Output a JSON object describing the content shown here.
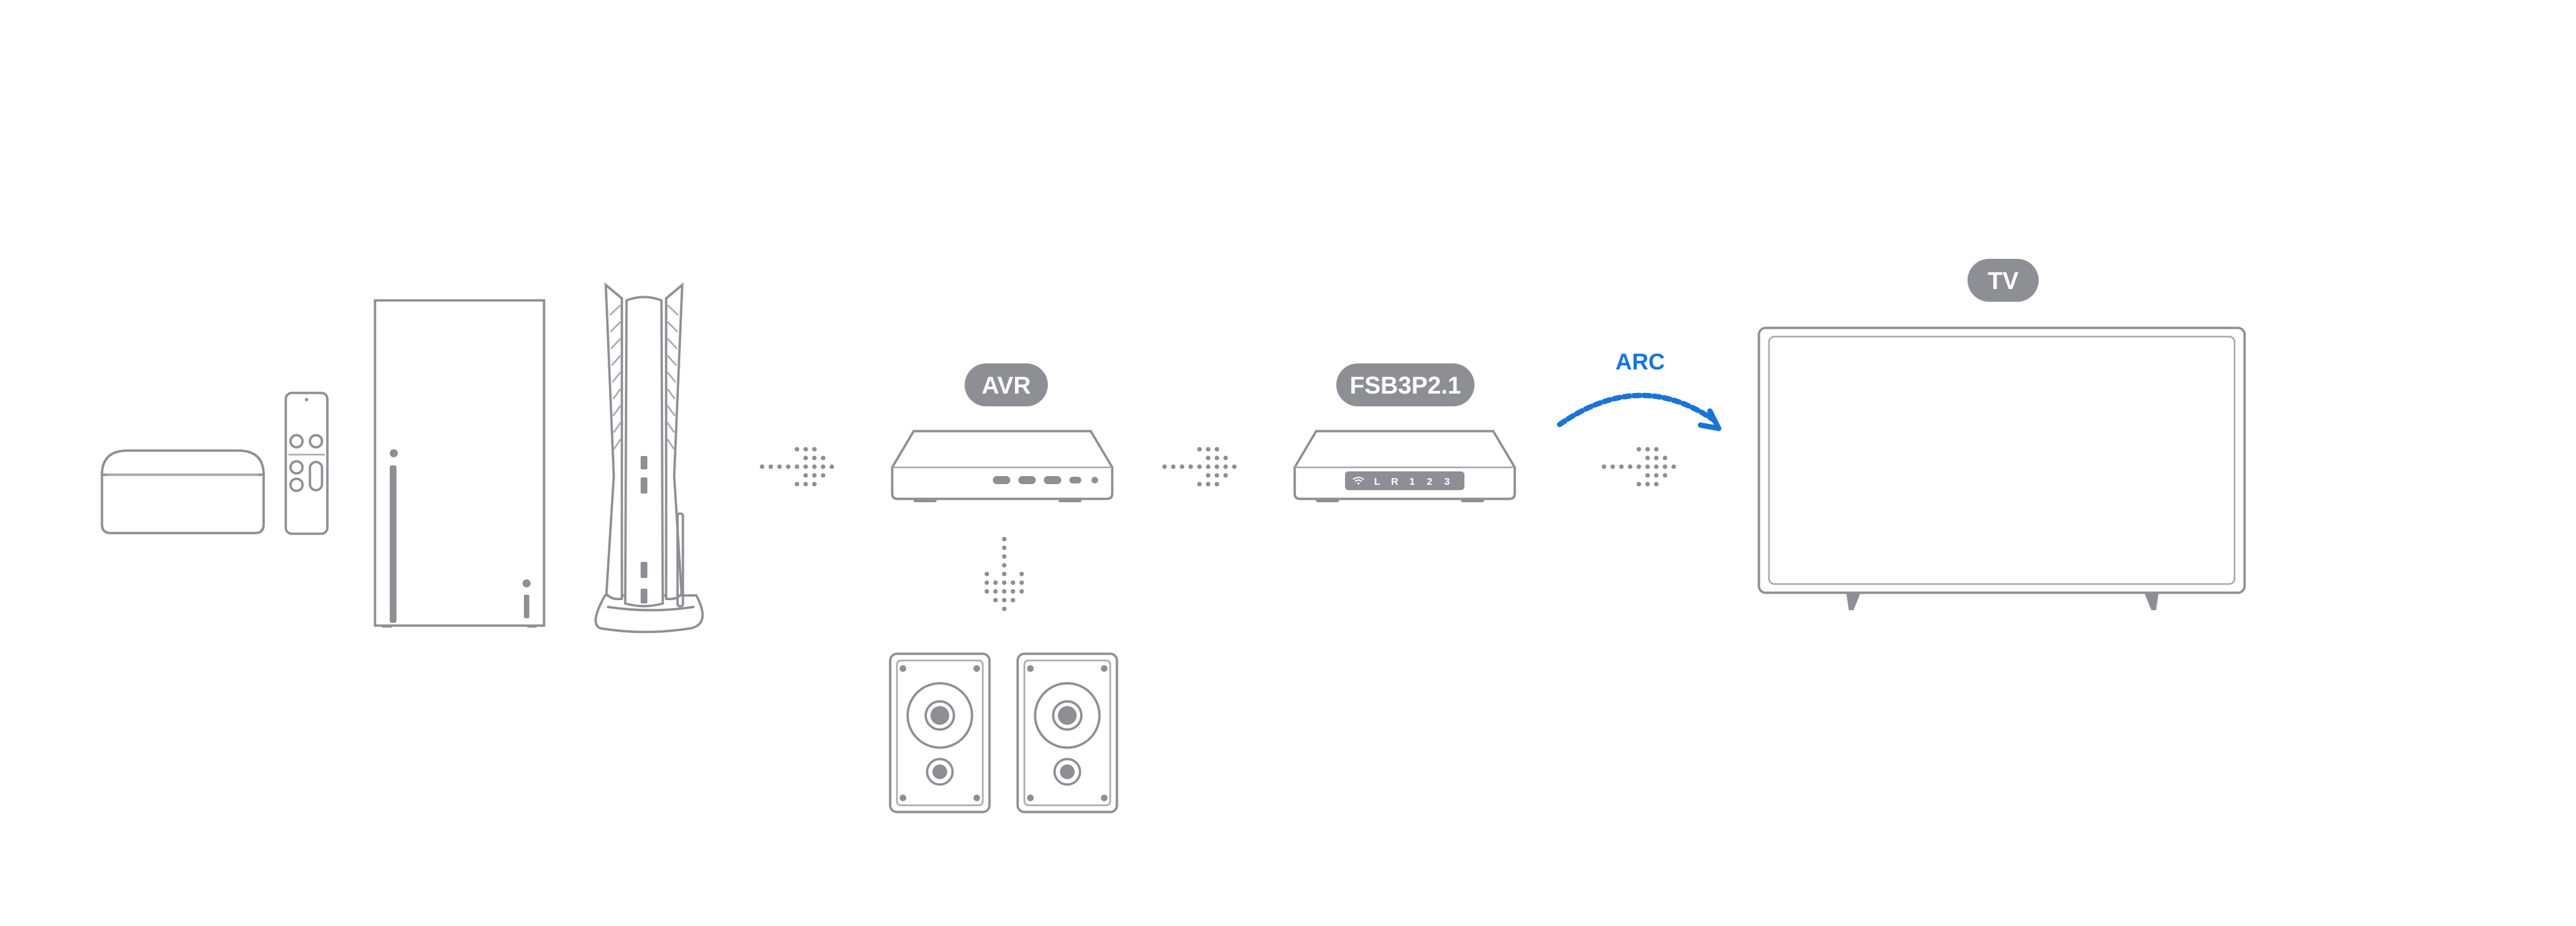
{
  "labels": {
    "avr": "AVR",
    "matrix": "FSB3P2.1",
    "tv": "TV",
    "arc": "ARC"
  },
  "matrix_ports": [
    "L",
    "R",
    "1",
    "2",
    "3"
  ],
  "colors": {
    "device_stroke": "#8e8e95",
    "pill_fill": "#8e8e95",
    "arc_blue": "#1874d8"
  },
  "icons": {
    "streaming_box": "streaming-box-icon",
    "remote": "remote-control-icon",
    "tower_console": "tower-console-icon",
    "vertical_console": "vertical-console-icon",
    "avr": "av-receiver-icon",
    "speakers": "speaker-icon",
    "matrix": "hdmi-switch-icon",
    "tv": "television-icon",
    "arrow": "dotted-arrow-icon"
  }
}
